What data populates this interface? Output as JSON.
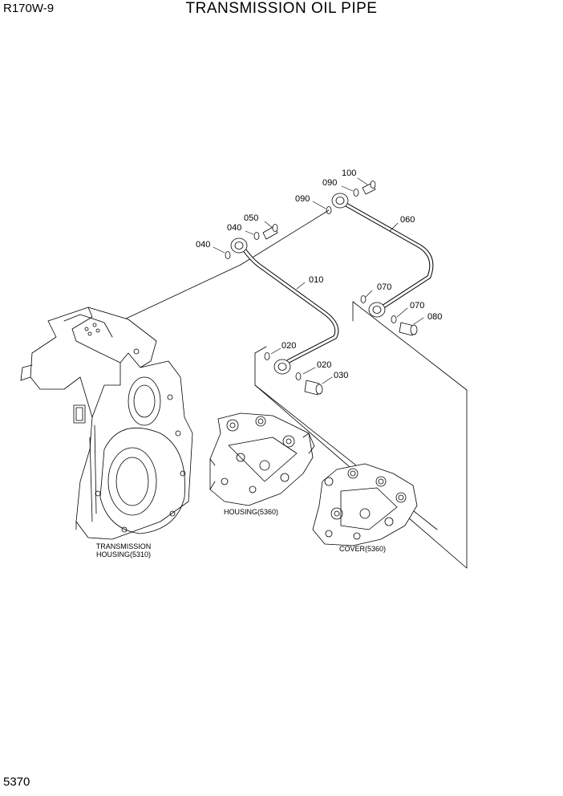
{
  "header": {
    "model": "R170W-9",
    "title": "TRANSMISSION OIL PIPE"
  },
  "footer": {
    "page_number": "5370"
  },
  "part_labels": {
    "p100": "100",
    "p090a": "090",
    "p090b": "090",
    "p060": "060",
    "p050": "050",
    "p040a": "040",
    "p040b": "040",
    "p010": "010",
    "p070a": "070",
    "p070b": "070",
    "p080": "080",
    "p020a": "020",
    "p020b": "020",
    "p030": "030"
  },
  "captions": {
    "transmission_housing_line1": "TRANSMISSION",
    "transmission_housing_line2": "HOUSING(5310)",
    "housing": "HOUSING(5360)",
    "cover": "COVER(5360)"
  }
}
